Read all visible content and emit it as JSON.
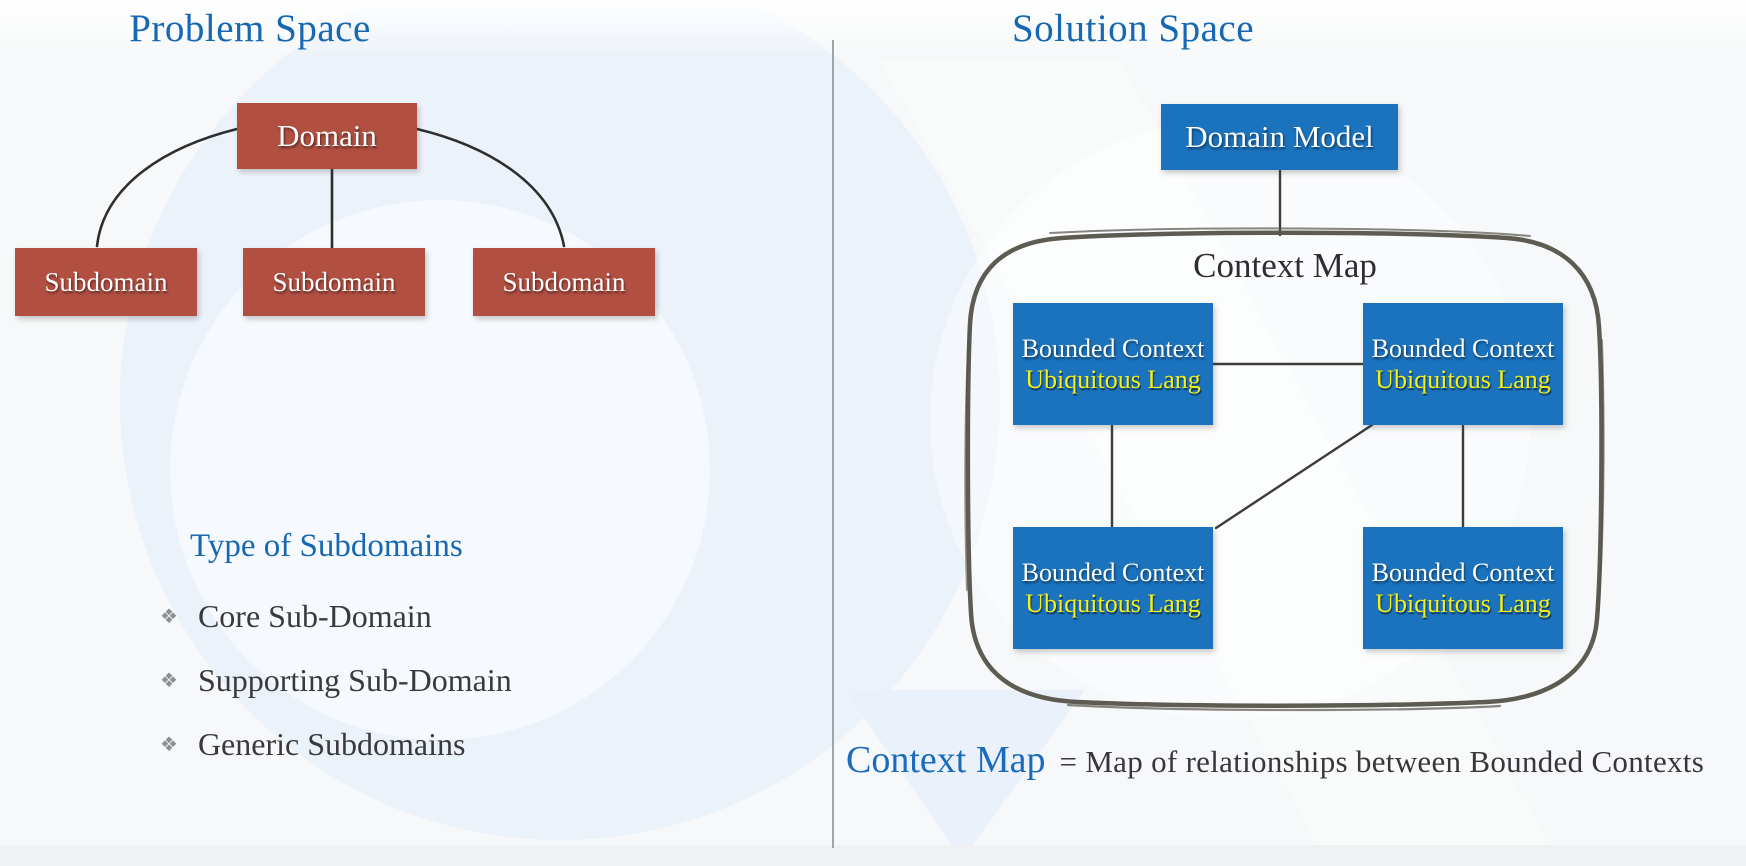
{
  "problem_space": {
    "title": "Problem Space",
    "domain_box_label": "Domain",
    "subdomain_boxes": [
      "Subdomain",
      "Subdomain",
      "Subdomain"
    ],
    "types_heading": "Type of Subdomains",
    "bullet_glyph": "❖",
    "types": [
      "Core Sub-Domain",
      "Supporting Sub-Domain",
      "Generic Subdomains"
    ]
  },
  "solution_space": {
    "title": "Solution Space",
    "domain_model_label": "Domain Model",
    "context_map_label": "Context Map",
    "bounded_contexts": [
      {
        "title": "Bounded Context",
        "subtitle": "Ubiquitous Lang"
      },
      {
        "title": "Bounded Context",
        "subtitle": "Ubiquitous Lang"
      },
      {
        "title": "Bounded Context",
        "subtitle": "Ubiquitous Lang"
      },
      {
        "title": "Bounded Context",
        "subtitle": "Ubiquitous Lang"
      }
    ],
    "caption_term": "Context Map",
    "caption_definition": "= Map of relationships between Bounded Contexts"
  },
  "colors": {
    "title_blue": "#1767b2",
    "box_red": "#b14f41",
    "box_blue": "#1b72bd",
    "accent_yellow": "#f5ef14",
    "body_text": "#3a3a3e",
    "sketch_stroke": "#55524a",
    "divider_gray": "#9fa4a9"
  }
}
